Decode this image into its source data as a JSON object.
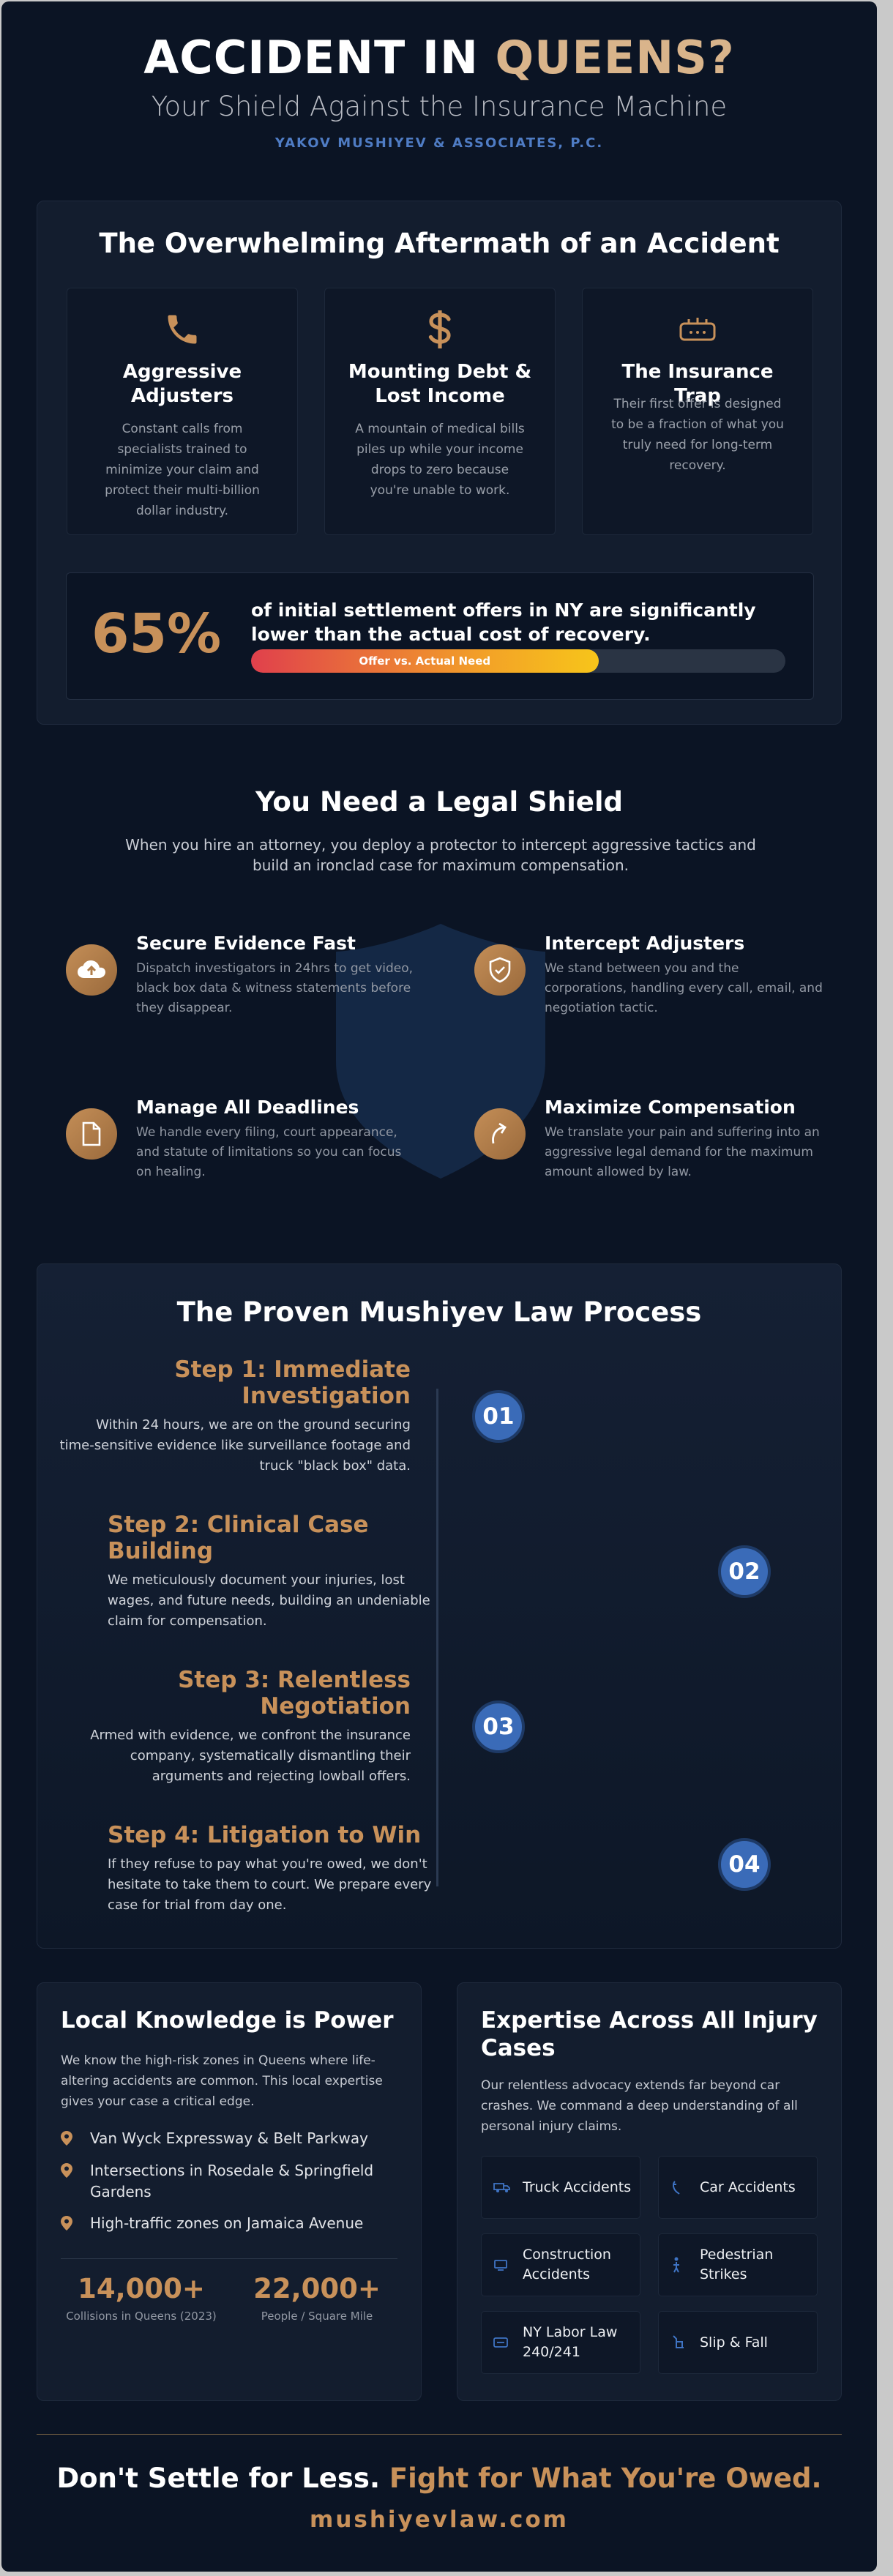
{
  "header": {
    "title_white": "ACCIDENT IN",
    "title_gold": "QUEENS?",
    "subtitle": "Your Shield Against the Insurance Machine",
    "firm": "YAKOV MUSHIYEV & ASSOCIATES, P.C."
  },
  "aftermath": {
    "title": "The Overwhelming Aftermath of an Accident",
    "cards": [
      {
        "icon": "phone-icon",
        "title": "Aggressive Adjusters",
        "text": "Constant calls from specialists trained to minimize your claim and protect their multi-billion dollar industry."
      },
      {
        "icon": "dollar-icon",
        "title": "Mounting Debt & Lost Income",
        "text": "A mountain of medical bills piles up while your income drops to zero because you're unable to work."
      },
      {
        "icon": "trap-icon",
        "title": "The Insurance Trap",
        "text": "Their first offer is designed to be a fraction of what you truly need for long-term recovery."
      }
    ],
    "stat_value": "65%",
    "stat_text": "of initial settlement offers in NY are significantly lower than the actual cost of recovery.",
    "bar_label": "Offer vs. Actual Need",
    "bar_fill": 0.65
  },
  "shield": {
    "title": "You Need a Legal Shield",
    "subtitle": "When you hire an attorney, you deploy a protector to intercept aggressive tactics and build an ironclad case for maximum compensation.",
    "features": [
      {
        "icon": "cloud-upload-icon",
        "title": "Secure Evidence Fast",
        "text": "Dispatch investigators in 24hrs to get video, black box data & witness statements before they disappear."
      },
      {
        "icon": "shield-check-icon",
        "title": "Intercept Adjusters",
        "text": "We stand between you and the corporations, handling every call, email, and negotiation tactic."
      },
      {
        "icon": "document-icon",
        "title": "Manage All Deadlines",
        "text": "We handle every filing, court appearance, and statute of limitations so you can focus on healing."
      },
      {
        "icon": "growth-arrow-icon",
        "title": "Maximize Compensation",
        "text": "We translate your pain and suffering into an aggressive legal demand for the maximum amount allowed by law."
      }
    ]
  },
  "process": {
    "title": "The Proven Mushiyev Law Process",
    "steps": [
      {
        "num": "01",
        "title": "Step 1: Immediate Investigation",
        "text": "Within 24 hours, we are on the ground securing time-sensitive evidence like surveillance footage and truck \"black box\" data."
      },
      {
        "num": "02",
        "title": "Step 2: Clinical Case Building",
        "text": "We meticulously document your injuries, lost wages, and future needs, building an undeniable claim for compensation."
      },
      {
        "num": "03",
        "title": "Step 3: Relentless Negotiation",
        "text": "Armed with evidence, we confront the insurance company, systematically dismantling their arguments and rejecting lowball offers."
      },
      {
        "num": "04",
        "title": "Step 4: Litigation to Win",
        "text": "If they refuse to pay what you're owed, we don't hesitate to take them to court. We prepare every case for trial from day one."
      }
    ]
  },
  "local": {
    "title": "Local Knowledge is Power",
    "text": "We know the high-risk zones in Queens where life-altering accidents are common. This local expertise gives your case a critical edge.",
    "items": [
      "Van Wyck Expressway & Belt Parkway",
      "Intersections in Rosedale & Springfield Gardens",
      "High-traffic zones on Jamaica Avenue"
    ],
    "stats": [
      {
        "value": "14,000+",
        "label": "Collisions in Queens (2023)"
      },
      {
        "value": "22,000+",
        "label": "People / Square Mile"
      }
    ]
  },
  "expertise": {
    "title": "Expertise Across All Injury Cases",
    "text": "Our relentless advocacy extends far beyond car crashes. We command a deep understanding of all personal injury claims.",
    "cases": [
      {
        "icon": "truck-icon",
        "label": "Truck Accidents"
      },
      {
        "icon": "car-icon",
        "label": "Car Accidents"
      },
      {
        "icon": "construction-icon",
        "label": "Construction Accidents"
      },
      {
        "icon": "pedestrian-icon",
        "label": "Pedestrian Strikes"
      },
      {
        "icon": "labor-law-icon",
        "label": "NY Labor Law 240/241"
      },
      {
        "icon": "slip-fall-icon",
        "label": "Slip & Fall"
      }
    ]
  },
  "footer": {
    "cta_white": "Don't Settle for Less.",
    "cta_gold": "Fight for What You're Owed.",
    "url": "mushiyevlaw.com"
  },
  "colors": {
    "background": "#0b1424",
    "panel": "#131d2e",
    "gold": "#c8915a",
    "blue": "#3a6bb8",
    "bar_start": "#e0404c",
    "bar_end": "#f7c51a"
  }
}
